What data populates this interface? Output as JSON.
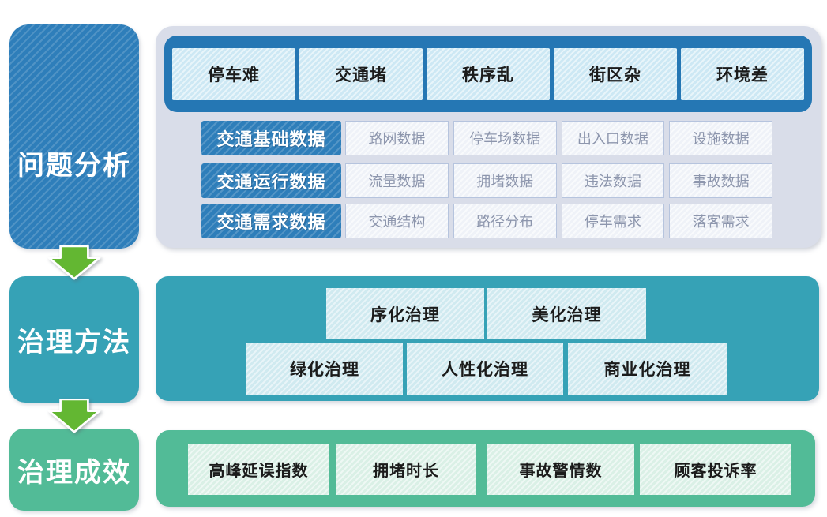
{
  "stages": [
    {
      "label": "问题分析"
    },
    {
      "label": "治理方法"
    },
    {
      "label": "治理成效"
    }
  ],
  "problem_section": {
    "problems": [
      "停车难",
      "交通堵",
      "秩序乱",
      "街区杂",
      "环境差"
    ],
    "data_rows": [
      {
        "label": "交通基础数据",
        "items": [
          "路网数据",
          "停车场数据",
          "出入口数据",
          "设施数据"
        ]
      },
      {
        "label": "交通运行数据",
        "items": [
          "流量数据",
          "拥堵数据",
          "违法数据",
          "事故数据"
        ]
      },
      {
        "label": "交通需求数据",
        "items": [
          "交通结构",
          "路径分布",
          "停车需求",
          "落客需求"
        ]
      }
    ]
  },
  "method_section": {
    "row1": [
      "序化治理",
      "美化治理"
    ],
    "row2": [
      "绿化治理",
      "人性化治理",
      "商业化治理"
    ]
  },
  "outcome_section": {
    "metrics": [
      "高峰延误指数",
      "拥堵时长",
      "事故警情数",
      "顾客投诉率"
    ]
  },
  "colors": {
    "primary_blue": "#2e7eba",
    "bar_blue": "#2577b4",
    "light_blue": "#cde8f4",
    "panel_gray": "#d9dde9",
    "teal": "#36a2b6",
    "light_teal": "#d0eaf0",
    "green": "#52bb97",
    "light_green": "#daf0e6",
    "arrow_green": "#63b732",
    "muted_text": "#8d96ad",
    "dark_text": "#1b1b1b"
  }
}
